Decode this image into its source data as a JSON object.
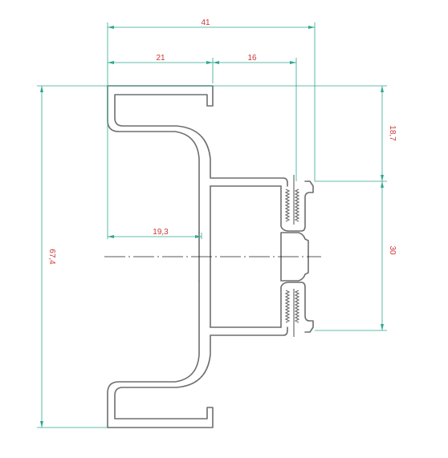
{
  "drawing": {
    "dimensions": {
      "overall_width": "41",
      "left_width": "21",
      "right_width": "16",
      "inner_offset": "19,3",
      "overall_height": "67,4",
      "top_height": "18,7",
      "slot_height": "30"
    },
    "colors": {
      "profile": "#6e6e6e",
      "dimension_line": "#2fa88f",
      "dimension_text": "#d03535",
      "centerline": "#222222"
    }
  }
}
